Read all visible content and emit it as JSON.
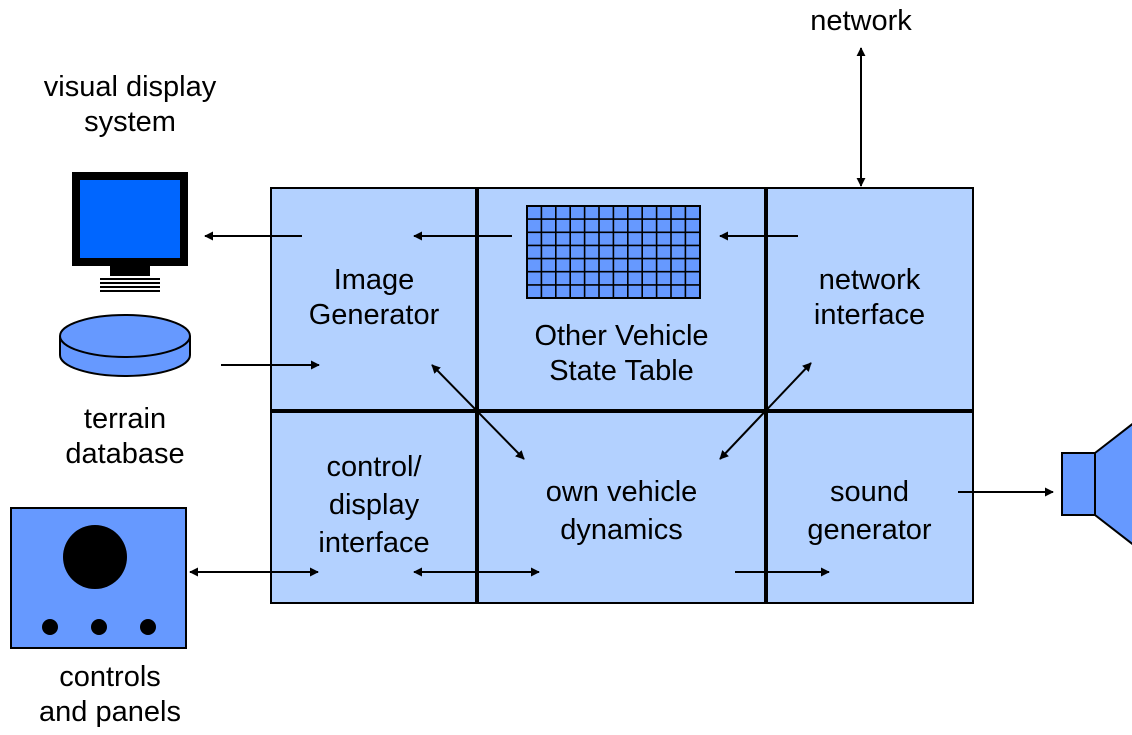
{
  "labels": {
    "network": "network",
    "visual_display": [
      "visual display",
      "system"
    ],
    "terrain_database": [
      "terrain",
      "database"
    ],
    "controls_panels": [
      "controls",
      "and panels"
    ],
    "image_generator": [
      "Image",
      "Generator"
    ],
    "other_vehicle_state_table": [
      "Other Vehicle",
      "State Table"
    ],
    "network_interface": [
      "network",
      "interface"
    ],
    "control_display_interface": [
      "control/",
      "display",
      "interface"
    ],
    "own_vehicle_dynamics": [
      "own vehicle",
      "dynamics"
    ],
    "sound_generator": [
      "sound",
      "generator"
    ]
  },
  "colors": {
    "block_fill": "#b3d1ff",
    "block_border": "#000000",
    "device_fill": "#6699ff",
    "screen_fill": "#0066ff",
    "dark": "#000000"
  },
  "icons": [
    "monitor-icon",
    "terrain-database-disk-icon",
    "control-panel-icon",
    "speaker-icon",
    "state-table-grid-icon"
  ]
}
